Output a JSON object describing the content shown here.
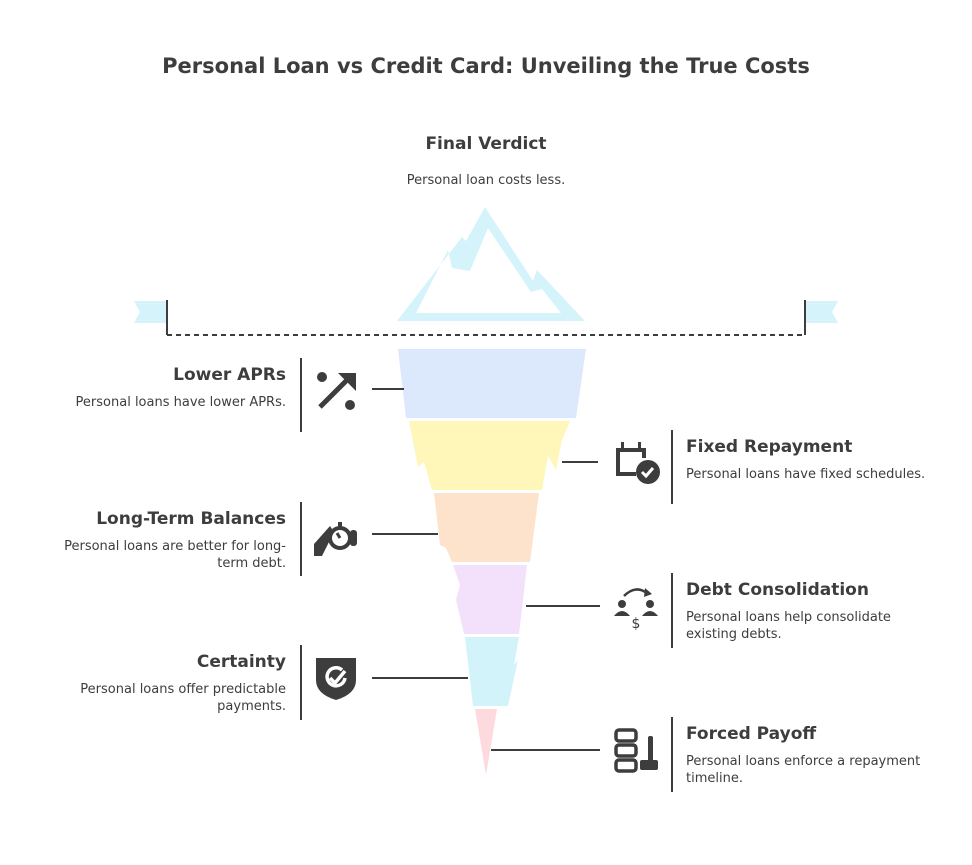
{
  "title": "Personal Loan vs Credit Card: Unveiling the True Costs",
  "verdict": {
    "title": "Final Verdict",
    "description": "Personal loan costs less."
  },
  "layer_colors": [
    "#dce8fb",
    "#fef7b9",
    "#fde3cb",
    "#f3e1fb",
    "#d3f3fb",
    "#fddadd"
  ],
  "iceberg_color": "#d4f3fb",
  "items": [
    {
      "title": "Lower APRs",
      "description": "Personal loans have lower APRs.",
      "icon": "percent-up-icon",
      "side": "left"
    },
    {
      "title": "Fixed Repayment",
      "description": "Personal loans have fixed schedules.",
      "icon": "calendar-check-icon",
      "side": "right"
    },
    {
      "title": "Long-Term Balances",
      "description": "Personal loans are better for long-term debt.",
      "icon": "hand-stopwatch-icon",
      "side": "left"
    },
    {
      "title": "Debt Consolidation",
      "description": "Personal loans help consolidate existing debts.",
      "icon": "people-money-transfer-icon",
      "side": "right"
    },
    {
      "title": "Certainty",
      "description": "Personal loans offer predictable payments.",
      "icon": "shield-check-icon",
      "side": "left"
    },
    {
      "title": "Forced Payoff",
      "description": "Personal loans enforce a repayment timeline.",
      "icon": "coins-gavel-icon",
      "side": "right"
    }
  ]
}
